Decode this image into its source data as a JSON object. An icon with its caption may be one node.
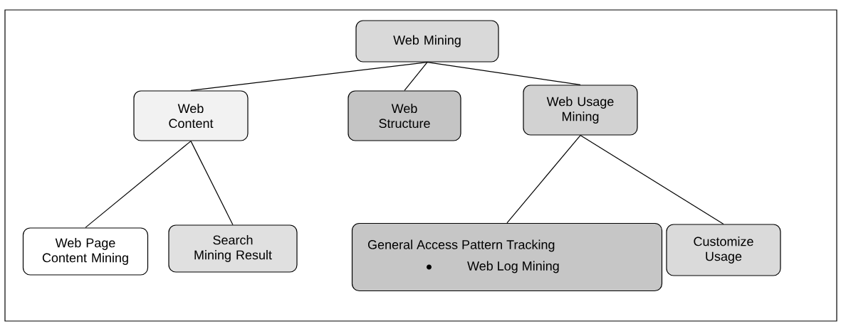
{
  "diagram": {
    "nodes": [
      {
        "text": [
          "Web Mining"
        ]
      },
      {
        "text": [
          "Web Content"
        ]
      },
      {
        "text": [
          "Web Structure"
        ]
      },
      {
        "text": [
          "Web Usage Mining"
        ]
      },
      {
        "text": [
          "Web Page Content Mining"
        ]
      },
      {
        "text": [
          "Search Mining Result"
        ]
      },
      {
        "text": [
          "General Access Pattern Tracking",
          "Web Log Mining"
        ]
      },
      {
        "text": [
          "Customize Usage"
        ]
      }
    ],
    "edges": [
      {
        "from": 0,
        "to": 1,
        "arrow": "none"
      },
      {
        "from": 0,
        "to": 2,
        "arrow": "none"
      },
      {
        "from": 0,
        "to": 3,
        "arrow": "none"
      },
      {
        "from": 1,
        "to": 4,
        "arrow": "none"
      },
      {
        "from": 1,
        "to": 5,
        "arrow": "none"
      },
      {
        "from": 3,
        "to": 6,
        "arrow": "none"
      },
      {
        "from": 3,
        "to": 7,
        "arrow": "none"
      }
    ]
  }
}
